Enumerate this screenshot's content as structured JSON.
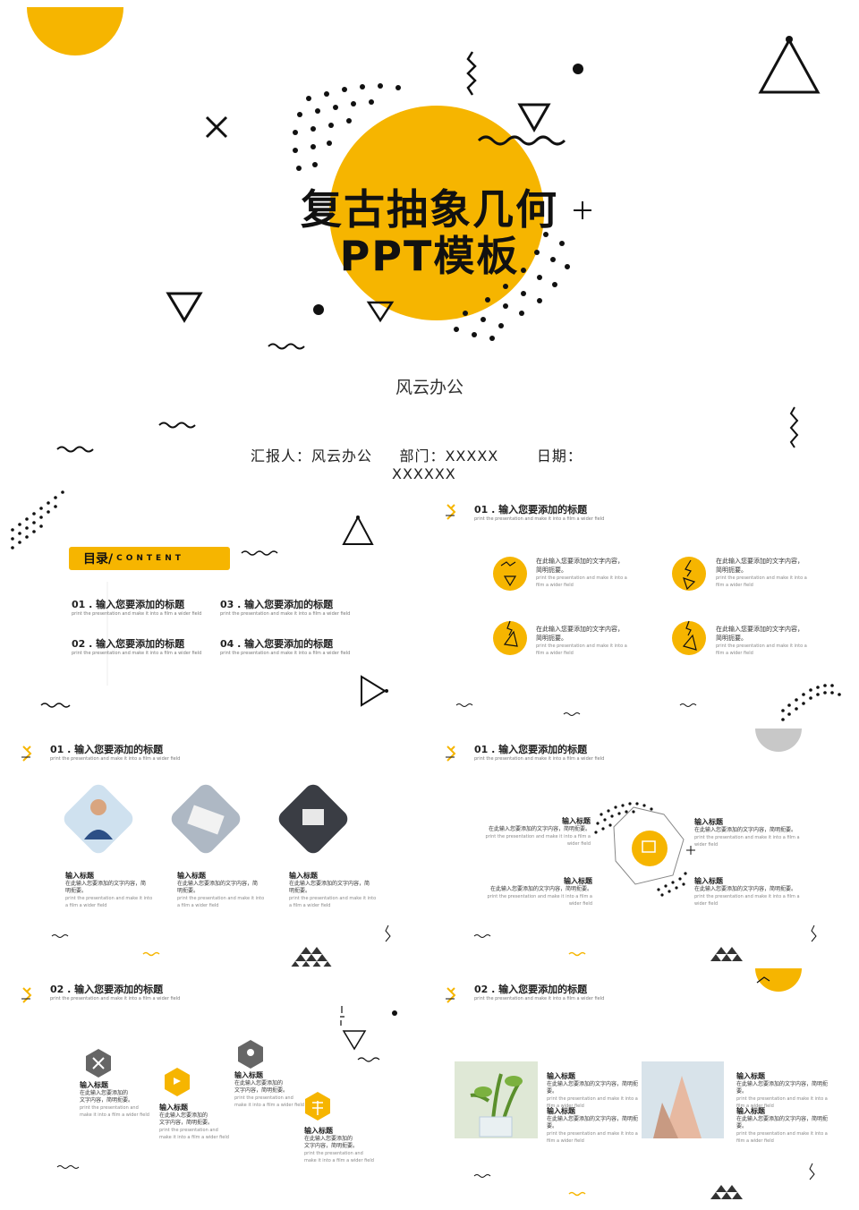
{
  "cover": {
    "title_line1": "复古抽象几何",
    "title_line2": "PPT模板",
    "author": "风云办公",
    "meta_reporter": "汇报人：风云办公",
    "meta_dept": "部门：XXXXX",
    "meta_date_label": "日期：",
    "meta_date_value": "XXXXXX"
  },
  "toc": {
    "label": "目录/",
    "label_en": "CONTENT",
    "items": [
      {
        "title": "01 . 输入您要添加的标题",
        "sub": "print the presentation and make it into a film a wider field"
      },
      {
        "title": "03 . 输入您要添加的标题",
        "sub": "print the presentation and make it into a film a wider field"
      },
      {
        "title": "02 . 输入您要添加的标题",
        "sub": "print the presentation and make it into a film a wider field"
      },
      {
        "title": "04 . 输入您要添加的标题",
        "sub": "print the presentation and make it into a film a wider field"
      }
    ]
  },
  "slide2": {
    "title": "01 . 输入您要添加的标题",
    "sub": "print the presentation and make it into a film a wider field",
    "blocks": [
      {
        "l1": "在此输入您要添加的文字内容，",
        "l2": "简明扼要。",
        "l3": "print the presentation and make it into a",
        "l4": "film a wider field"
      },
      {
        "l1": "在此输入您要添加的文字内容，",
        "l2": "简明扼要。",
        "l3": "print the presentation and make it into a",
        "l4": "film a wider field"
      },
      {
        "l1": "在此输入您要添加的文字内容，",
        "l2": "简明扼要。",
        "l3": "print the presentation and make it into a",
        "l4": "film a wider field"
      },
      {
        "l1": "在此输入您要添加的文字内容，",
        "l2": "简明扼要。",
        "l3": "print the presentation and make it into a",
        "l4": "film a wider field"
      }
    ]
  },
  "slide3": {
    "title": "01 . 输入您要添加的标题",
    "sub": "print the presentation and make it into a film a wider field",
    "cards": [
      {
        "head": "输入标题",
        "l1": "在此输入您要添加的文字内容，简",
        "l2": "明扼要。",
        "l3": "print the presentation and make it into",
        "l4": "a film a wider field"
      },
      {
        "head": "输入标题",
        "l1": "在此输入您要添加的文字内容，简",
        "l2": "明扼要。",
        "l3": "print the presentation and make it into",
        "l4": "a film a wider field"
      },
      {
        "head": "输入标题",
        "l1": "在此输入您要添加的文字内容，简",
        "l2": "明扼要。",
        "l3": "print the presentation and make it into",
        "l4": "a film a wider field"
      }
    ]
  },
  "slide4": {
    "title": "01 . 输入您要添加的标题",
    "sub": "print the presentation and make it into a film a wider field",
    "items": [
      {
        "head": "输入标题",
        "l1": "在此输入您要添加的文字内容，简明扼要。",
        "l2": "print the presentation and make it into a film a wider field"
      },
      {
        "head": "输入标题",
        "l1": "在此输入您要添加的文字内容，简明扼要。",
        "l2": "print the presentation and make it into a film a wider field"
      },
      {
        "head": "输入标题",
        "l1": "在此输入您要添加的文字内容，简明扼要。",
        "l2": "print the presentation and make it into a film a wider field"
      },
      {
        "head": "输入标题",
        "l1": "在此输入您要添加的文字内容，简明扼要。",
        "l2": "print the presentation and make it into a film a wider field"
      }
    ]
  },
  "slide5": {
    "title": "02 . 输入您要添加的标题",
    "sub": "print the presentation and make it into a film a wider field",
    "items": [
      {
        "head": "输入标题",
        "l1": "在此输入您要添加的",
        "l2": "文字内容，简明扼要。",
        "l3": "print the presentation and",
        "l4": "make it into a film a wider field"
      },
      {
        "head": "输入标题",
        "l1": "在此输入您要添加的",
        "l2": "文字内容，简明扼要。",
        "l3": "print the presentation and",
        "l4": "make it into a film a wider field"
      },
      {
        "head": "输入标题",
        "l1": "在此输入您要添加的",
        "l2": "文字内容，简明扼要。",
        "l3": "print the presentation and",
        "l4": "make it into a film a wider field"
      },
      {
        "head": "输入标题",
        "l1": "在此输入您要添加的",
        "l2": "文字内容，简明扼要。",
        "l3": "print the presentation and",
        "l4": "make it into a film a wider field"
      }
    ]
  },
  "slide6": {
    "title": "02 . 输入您要添加的标题",
    "sub": "print the presentation and make it into a film a wider field",
    "items": [
      {
        "head": "输入标题",
        "l1": "在此输入您要添加的文字内容，简明扼要。",
        "l2": "print the presentation and make it into a film a wider field"
      },
      {
        "head": "输入标题",
        "l1": "在此输入您要添加的文字内容，简明扼要。",
        "l2": "print the presentation and make it into a film a wider field"
      },
      {
        "head": "输入标题",
        "l1": "在此输入您要添加的文字内容，简明扼要。",
        "l2": "print the presentation and make it into a film a wider field"
      },
      {
        "head": "输入标题",
        "l1": "在此输入您要添加的文字内容，简明扼要。",
        "l2": "print the presentation and make it into a film a wider field"
      }
    ]
  },
  "colors": {
    "accent": "#f6b500",
    "ink": "#111111",
    "grey": "#c8c8c8"
  }
}
